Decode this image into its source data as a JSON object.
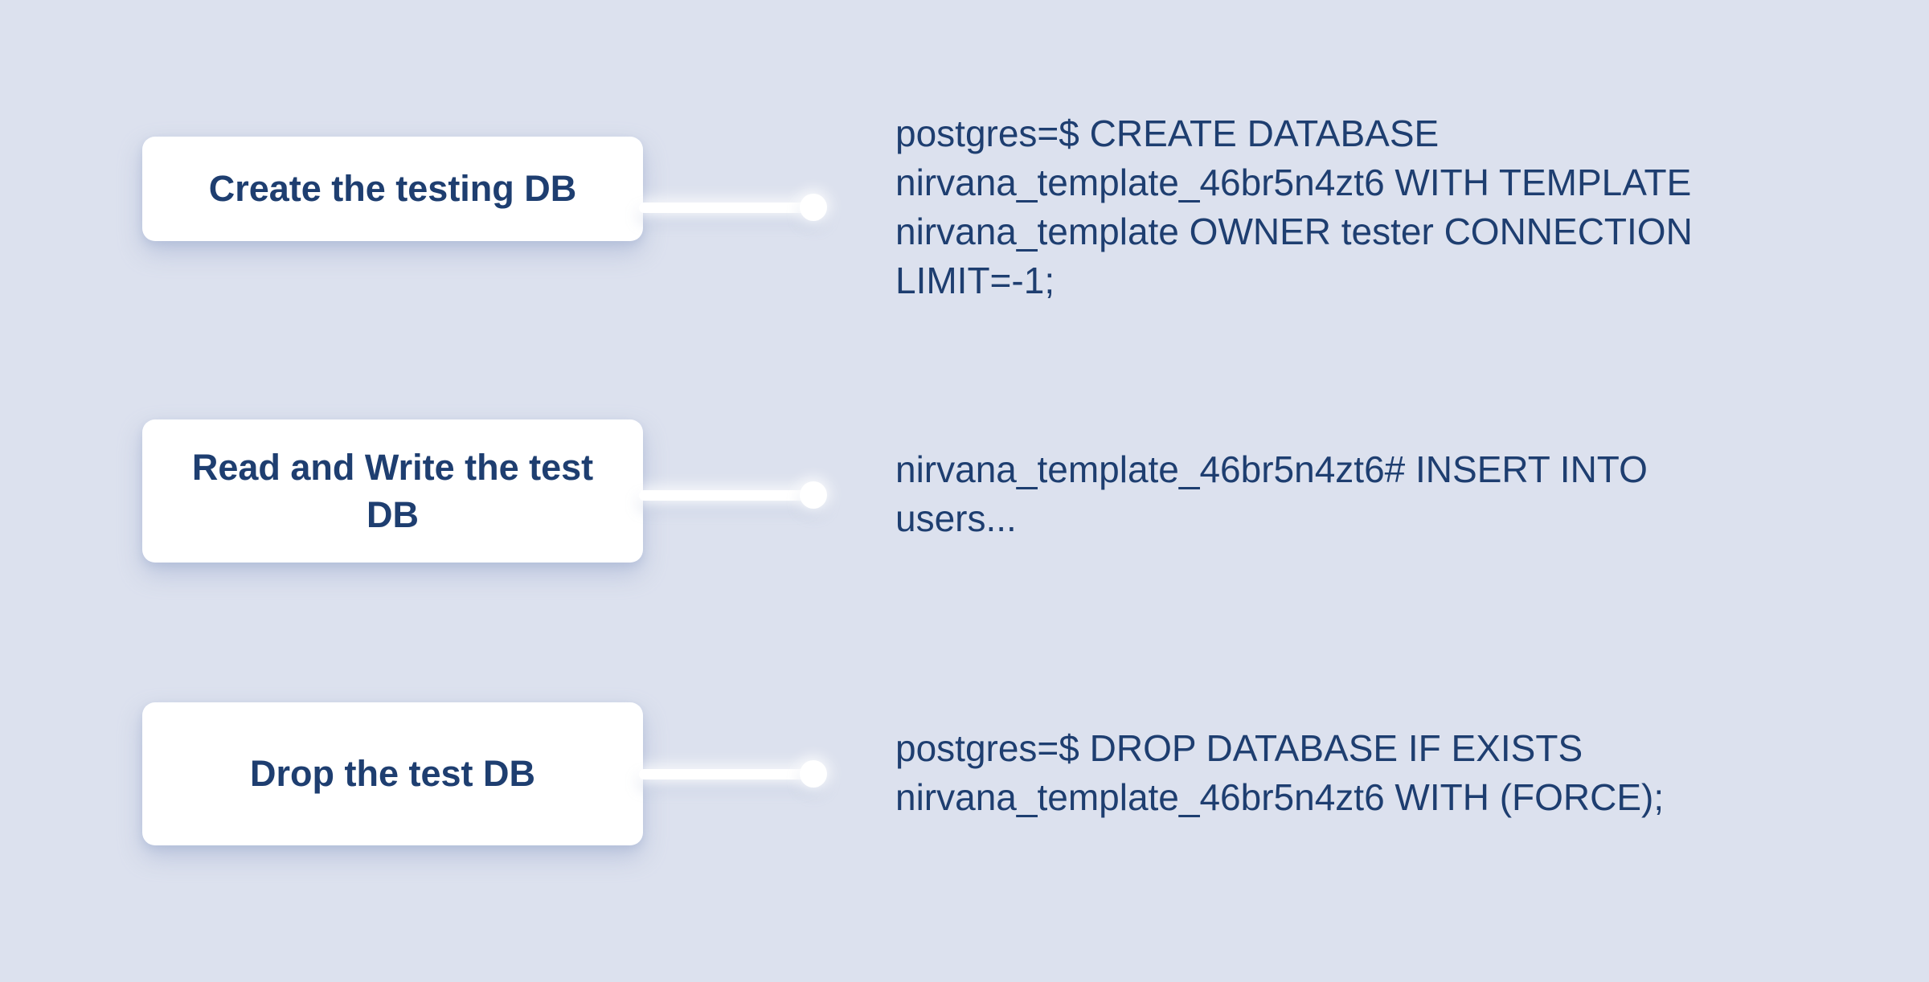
{
  "colors": {
    "background": "#dce1ee",
    "card_background": "#ffffff",
    "text": "#1e3e70",
    "connector": "#ffffff"
  },
  "steps": [
    {
      "label": "Create the testing DB",
      "code_lines": [
        "postgres=$ CREATE DATABASE",
        "nirvana_template_46br5n4zt6 WITH TEMPLATE",
        "nirvana_template OWNER tester CONNECTION",
        "LIMIT=-1;"
      ]
    },
    {
      "label": "Read and Write the test DB",
      "code_lines": [
        "nirvana_template_46br5n4zt6# INSERT INTO",
        "users..."
      ]
    },
    {
      "label": "Drop the test DB",
      "code_lines": [
        "postgres=$ DROP DATABASE IF EXISTS",
        "nirvana_template_46br5n4zt6 WITH (FORCE);"
      ]
    }
  ]
}
